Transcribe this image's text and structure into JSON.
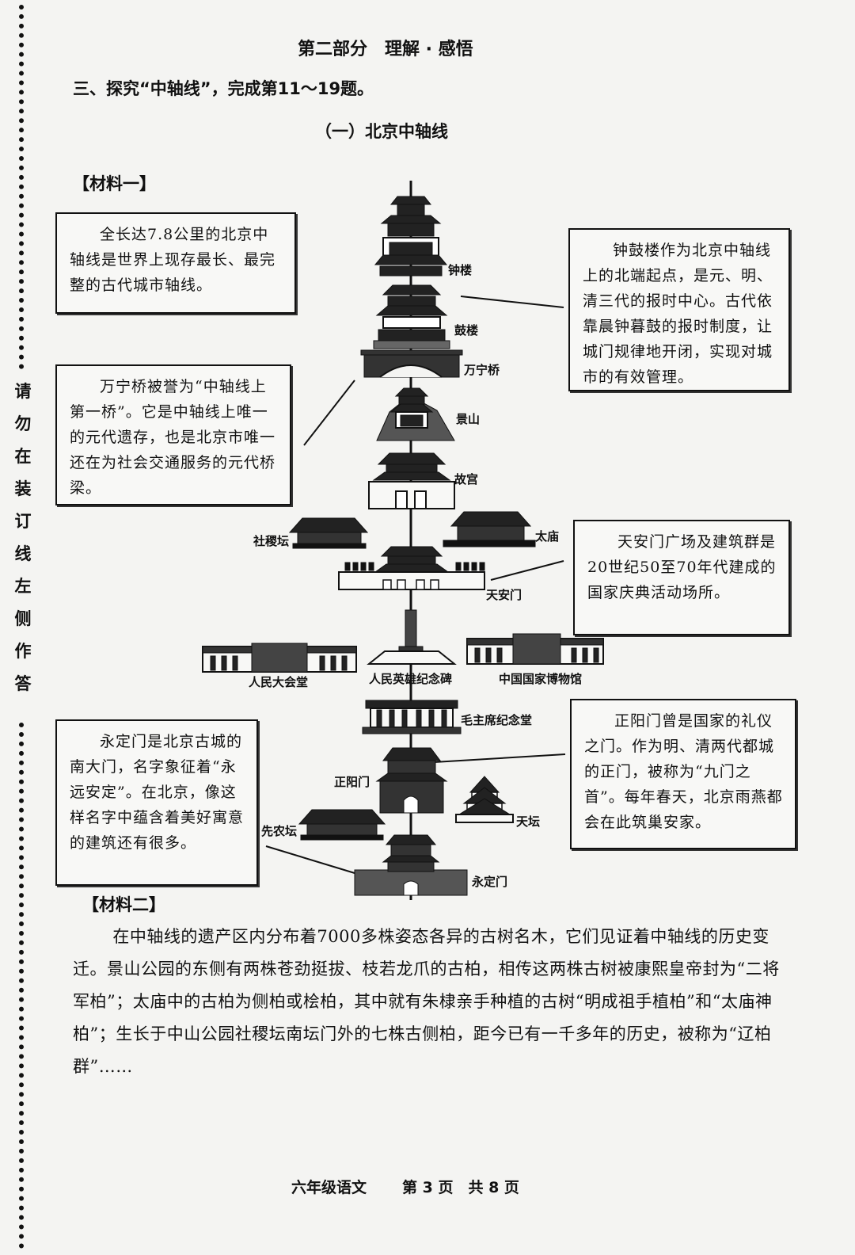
{
  "header": {
    "section_title": "第二部分　理解 · 感悟",
    "question_intro": "三、探究“中轴线”，完成第11～19题。",
    "sub_title": "（一）北京中轴线"
  },
  "margin_text": [
    "请",
    "勿",
    "在",
    "装",
    "订",
    "线",
    "左",
    "侧",
    "作",
    "答"
  ],
  "material1": {
    "label": "【材料一】",
    "box_total_length": "全长达7.8公里的北京中轴线是世界上现存最长、最完整的古代城市轴线。",
    "box_wanning": "万宁桥被誉为“中轴线上第一桥”。它是中轴线上唯一的元代遗存，也是北京市唯一还在为社会交通服务的元代桥梁。",
    "box_bell_drum": "钟鼓楼作为北京中轴线上的北端起点，是元、明、清三代的报时中心。古代依靠晨钟暮鼓的报时制度，让城门规律地开闭，实现对城市的有效管理。",
    "box_tiananmen": "天安门广场及建筑群是20世纪50至70年代建成的国家庆典活动场所。",
    "box_yongding": "永定门是北京古城的南大门，名字象征着“永远安定”。在北京，像这样名字中蕴含着美好寓意的建筑还有很多。",
    "box_zhengyang": "正阳门曾是国家的礼仪之门。作为明、清两代都城的正门，被称为“九门之首”。每年春天，北京雨燕都会在此筑巢安家。",
    "buildings": {
      "zhonglou": "钟楼",
      "gulou": "鼓楼",
      "wanningqiao": "万宁桥",
      "jingshan": "景山",
      "gugong": "故宫",
      "shejitan": "社稷坛",
      "taimiao": "太庙",
      "tiananmen": "天安门",
      "renmin_dahuitang": "人民大会堂",
      "monument": "人民英雄纪念碑",
      "museum": "中国国家博物馆",
      "mausoleum": "毛主席纪念堂",
      "zhengyangmen": "正阳门",
      "xiannongtan": "先农坛",
      "tiantan": "天坛",
      "yongdingmen": "永定门"
    }
  },
  "material2": {
    "label": "【材料二】",
    "text": "在中轴线的遗产区内分布着7000多株姿态各异的古树名木，它们见证着中轴线的历史变迁。景山公园的东侧有两株苍劲挺拔、枝若龙爪的古柏，相传这两株古树被康熙皇帝封为“二将军柏”；太庙中的古柏为侧柏或桧柏，其中就有朱棣亲手种植的古树“明成祖手植柏”和“太庙神柏”；生长于中山公园社稷坛南坛门外的七株古侧柏，距今已有一千多年的历史，被称为“辽柏群”……"
  },
  "footer": {
    "grade_subject": "六年级语文",
    "page_info": "第 3 页　共 8 页"
  }
}
